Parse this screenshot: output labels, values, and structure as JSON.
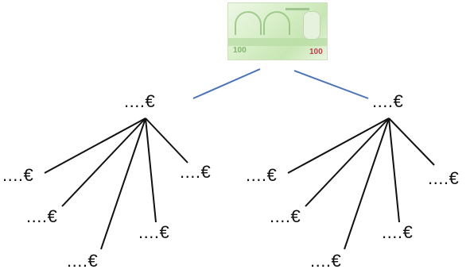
{
  "banknote": {
    "denomination_label": "100",
    "denomination_small": "100",
    "icon": "euro-banknote-100"
  },
  "tree": {
    "root_connector_color": "#4a72b8",
    "branch_color": "#111111",
    "level1": [
      {
        "label": "....€",
        "children": [
          "....€",
          "....€",
          "....€",
          "....€",
          "....€"
        ]
      },
      {
        "label": "....€",
        "children": [
          "....€",
          "....€",
          "....€",
          "....€",
          "....€"
        ]
      }
    ]
  }
}
